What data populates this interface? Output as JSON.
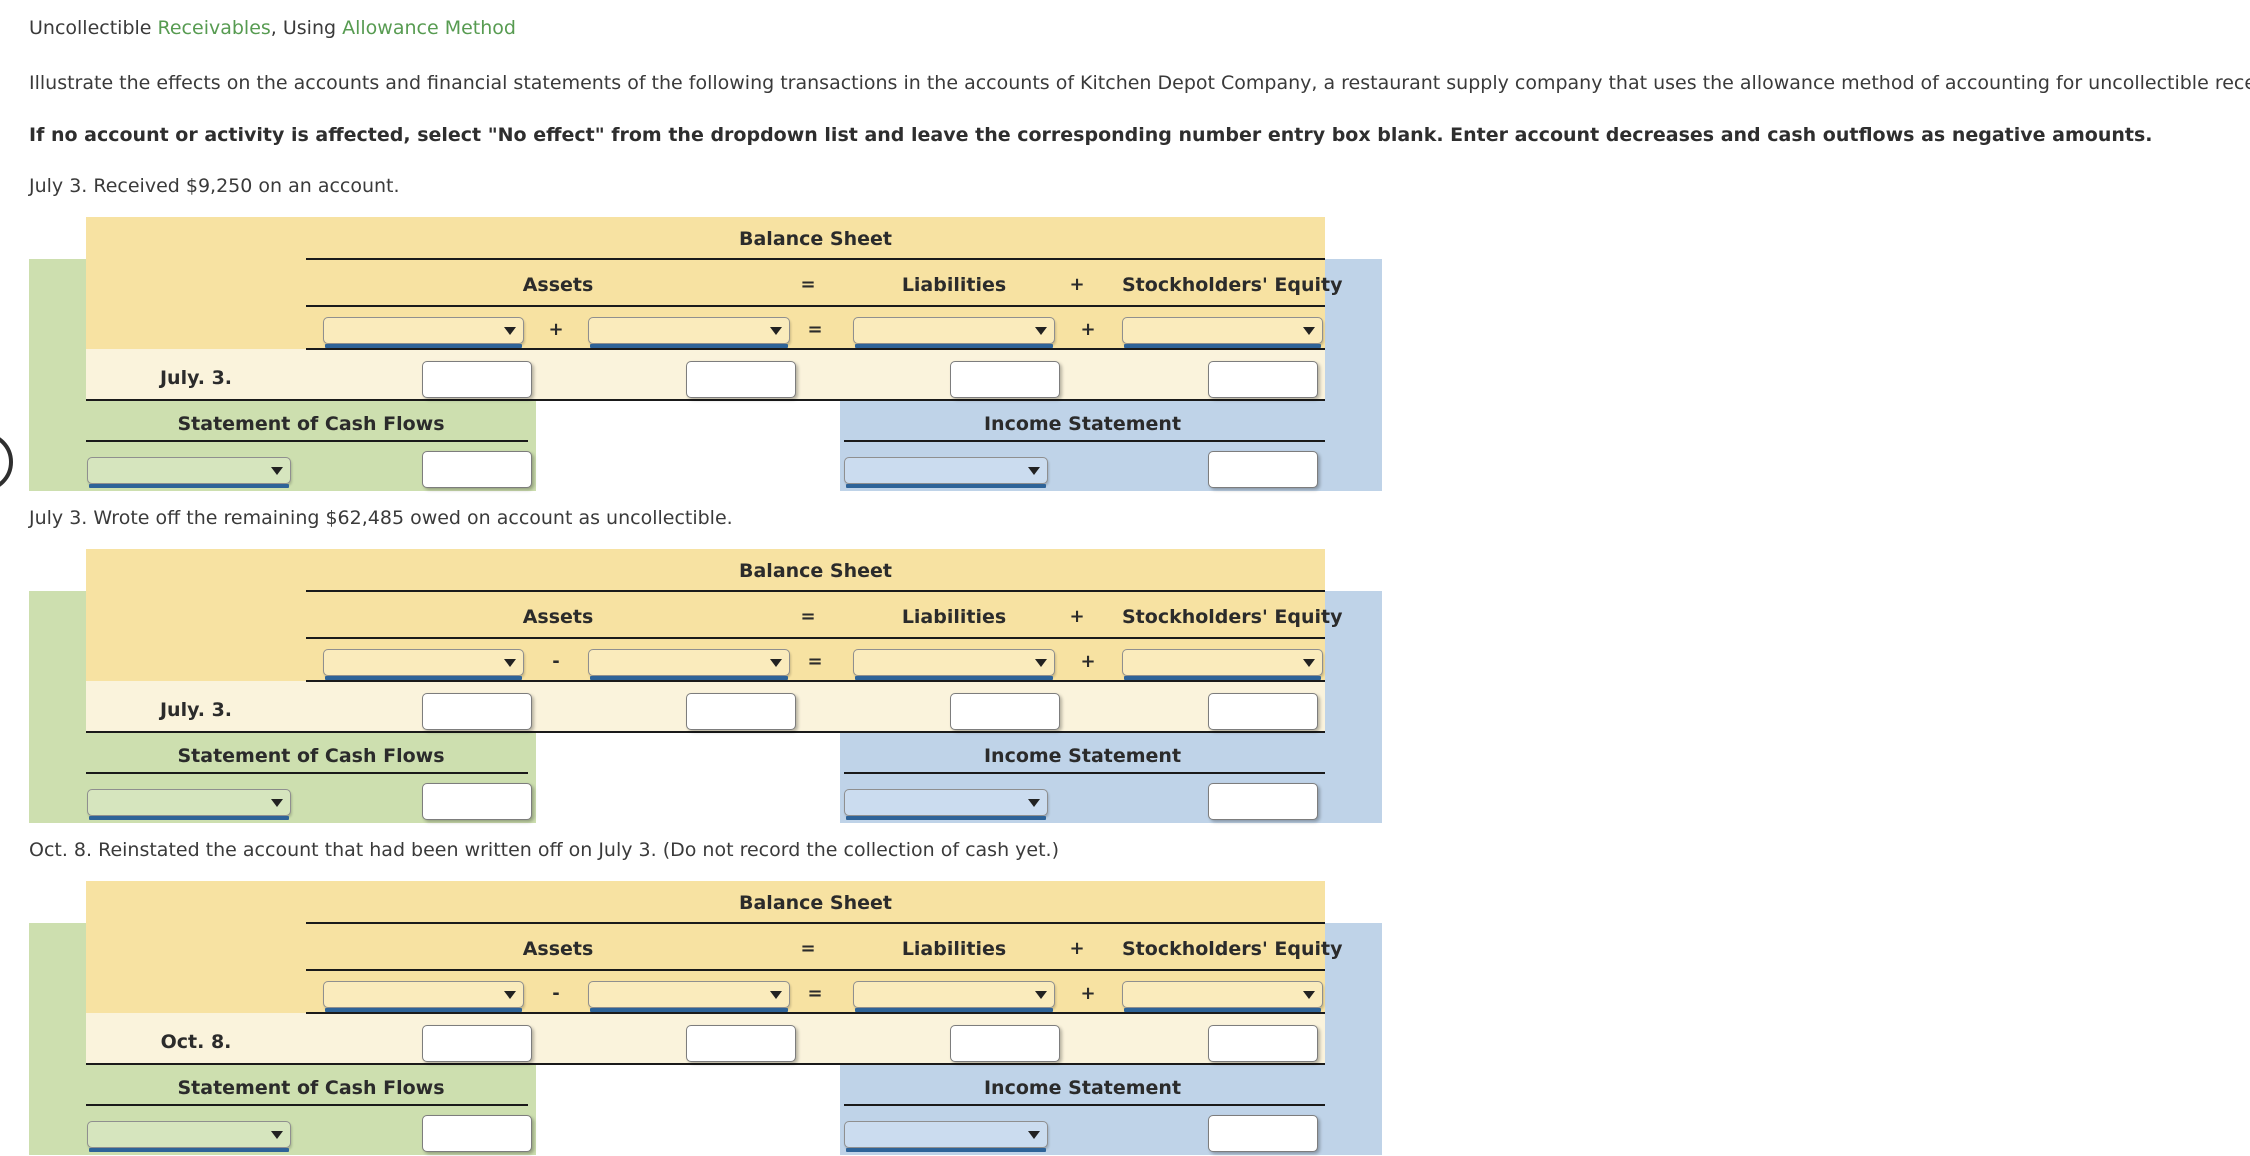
{
  "header": {
    "title": {
      "pre": "Uncollectible ",
      "link1": "Receivables",
      "mid": ", Using ",
      "link2": "Allowance Method"
    },
    "instruction": "Illustrate the effects on the accounts and financial statements of the following transactions in the accounts of Kitchen Depot Company, a restaurant supply company that uses the allowance method of accounting for uncollectible receivables:",
    "bold_instruction": "If no account or activity is affected, select \"No effect\" from the dropdown list and leave the corresponding number entry box blank. Enter account decreases and cash outflows as negative amounts."
  },
  "labels": {
    "balance_sheet": "Balance Sheet",
    "assets": "Assets",
    "equals": "=",
    "plus": "+",
    "liabilities": "Liabilities",
    "stockholders_equity": "Stockholders' Equity",
    "statement_of_cash_flows": "Statement of Cash Flows",
    "income_statement": "Income Statement"
  },
  "entry": {
    "value": "",
    "dropdown_selected": ""
  },
  "panels": [
    {
      "transaction": "July 3. Received $9,250 on an account.",
      "row_label": "July. 3.",
      "asset_operator": "+",
      "equals_operator": "=",
      "equity_operator": "+"
    },
    {
      "transaction": "July 3. Wrote off the remaining $62,485 owed on account as uncollectible.",
      "row_label": "July. 3.",
      "asset_operator": "-",
      "equals_operator": "=",
      "equity_operator": "+"
    },
    {
      "transaction": "Oct. 8. Reinstated the account that had been written off on July 3. (Do not record the collection of cash yet.)",
      "row_label": "Oct. 8.",
      "asset_operator": "-",
      "equals_operator": "=",
      "equity_operator": "+"
    }
  ],
  "colors": {
    "balance_sheet_bg": "#f7e2a2",
    "entry_row_bg": "#faf3dc",
    "cash_flows_bg": "#cddfaf",
    "income_statement_bg": "#bfd3e8",
    "dropdown_underline": "#2e6398",
    "link_green": "#579b51",
    "divider": "#1a1a1a"
  }
}
